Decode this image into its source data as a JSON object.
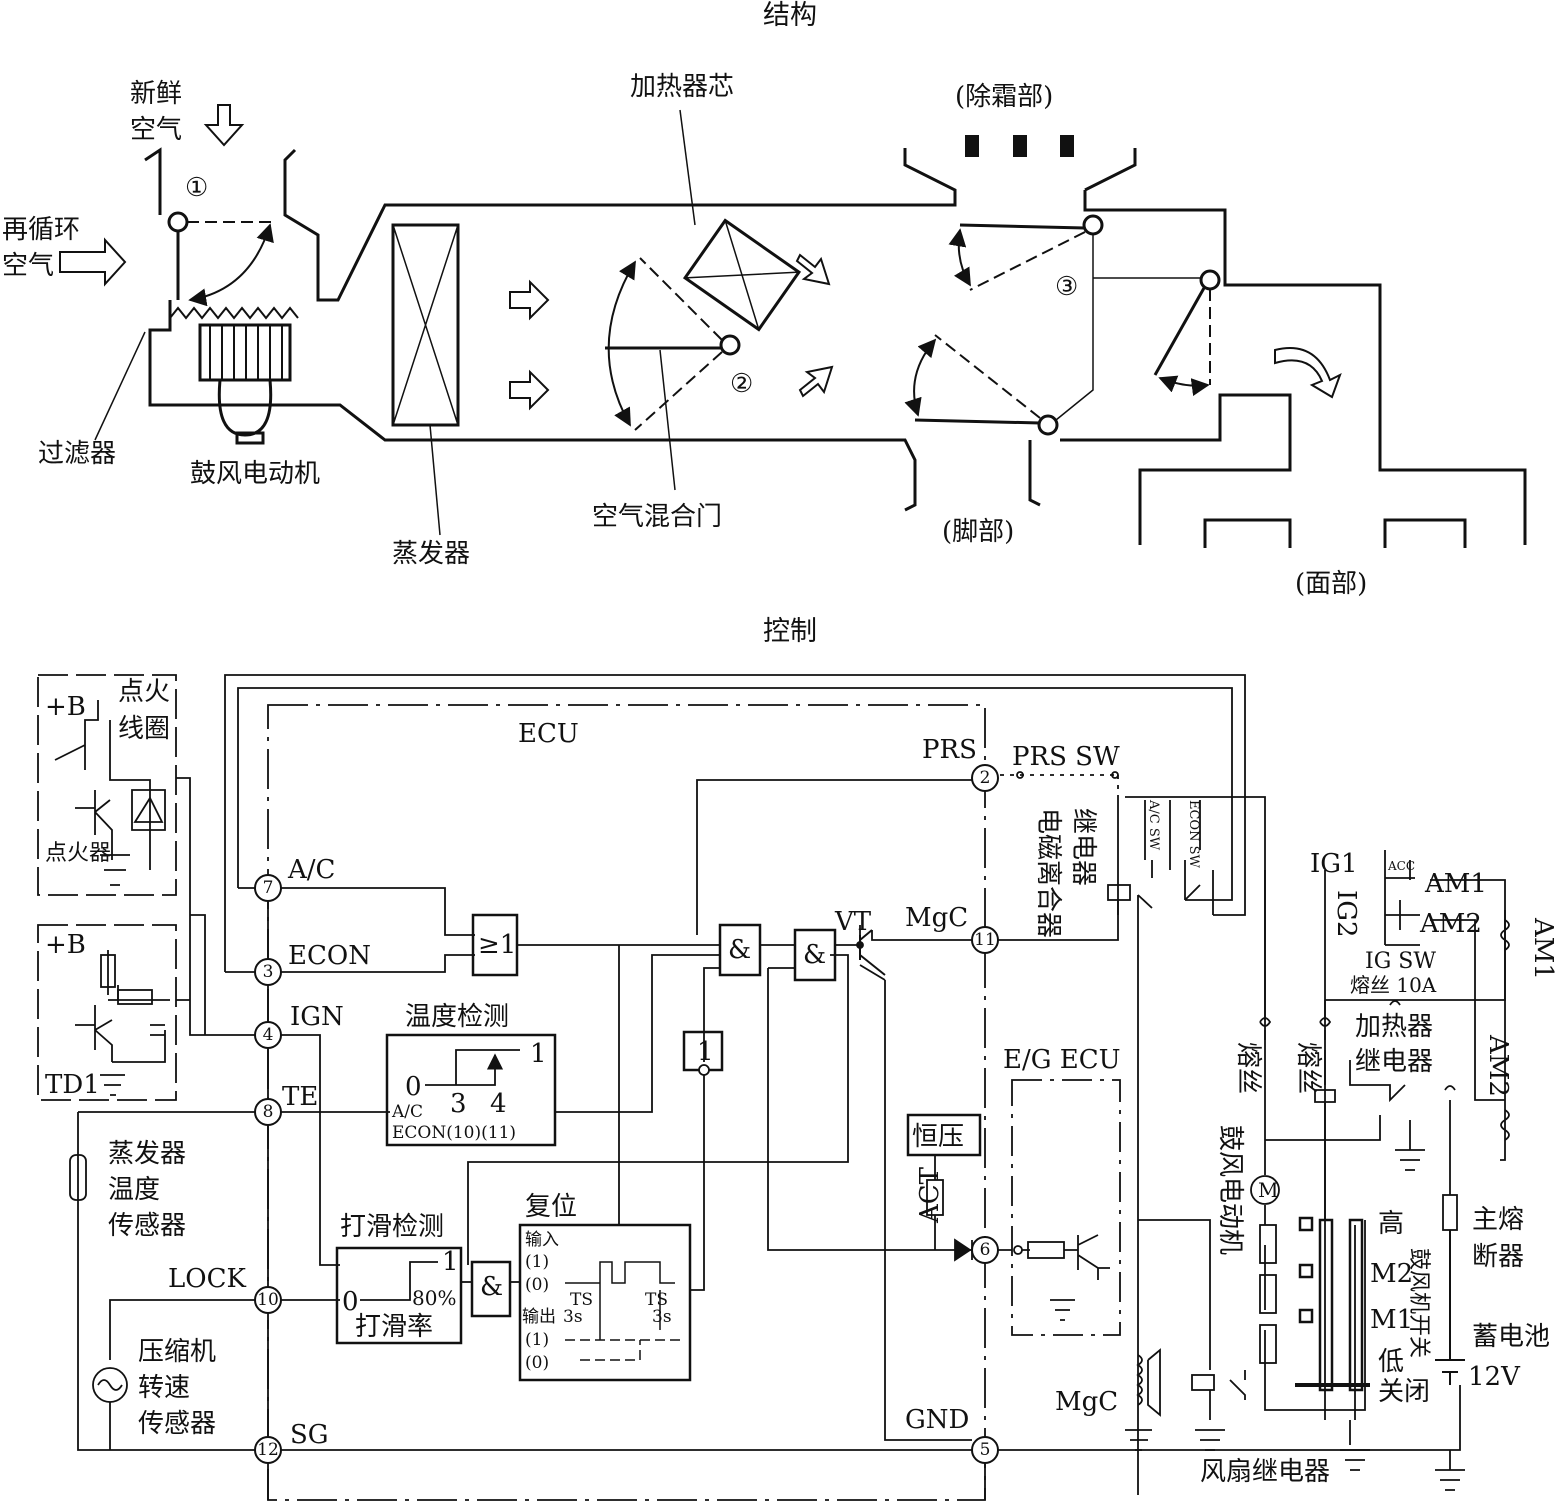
{
  "sections": {
    "structure": "结构",
    "control": "控制"
  },
  "structure": {
    "fresh_air": [
      "新鲜",
      "空气"
    ],
    "recirc_air": [
      "再循环",
      "空气"
    ],
    "filter": "过滤器",
    "blower_motor": "鼓风电动机",
    "evaporator": "蒸发器",
    "heater_core": "加热器芯",
    "air_mix_door": "空气混合门",
    "defrost": "(除霜部)",
    "foot": "(脚部)",
    "face": "(面部)",
    "door1": "①",
    "door2": "②",
    "door3": "③"
  },
  "control": {
    "ecu": "ECU",
    "pins": {
      "p2": "2",
      "p3": "3",
      "p4": "4",
      "p5": "5",
      "p6": "6",
      "p7": "7",
      "p8": "8",
      "p10": "10",
      "p11": "11",
      "p12": "12"
    },
    "pin_labels": {
      "prs": "PRS",
      "ac": "A/C",
      "econ": "ECON",
      "ign": "IGN",
      "te": "TE",
      "lock": "LOCK",
      "sg": "SG",
      "gnd": "GND",
      "mgc": "MgC",
      "vt": "VT"
    },
    "ignition": {
      "plus_b": "+B",
      "coil": [
        "点火",
        "线圈"
      ],
      "igniter": "点火器"
    },
    "td1": {
      "plus_b": "+B",
      "name": "TD1"
    },
    "evap_sensor": [
      "蒸发器",
      "温度",
      "传感器"
    ],
    "comp_sensor": [
      "压缩机",
      "转速",
      "传感器"
    ],
    "temp_detect": {
      "title": "温度检测",
      "one": "1",
      "zero": "0",
      "t3": "3",
      "t4": "4",
      "ac": "A/C",
      "econ": "ECON(10)(11)"
    },
    "slip_detect": {
      "title": "打滑检测",
      "one": "1",
      "zero": "0",
      "pct": "80%",
      "rate": "打滑率"
    },
    "reset": {
      "title": "复位",
      "input": "输入",
      "in1": "(1)",
      "in0": "(0)",
      "ts": "TS",
      "output": "输出",
      "s3": "3s",
      "out1": "(1)",
      "out0": "(0)"
    },
    "gates": {
      "or": "≥1",
      "and": "&",
      "not": "1"
    },
    "const_voltage": "恒压",
    "act": "ACT",
    "eg_ecu": "E/G ECU",
    "prs_sw": "PRS SW",
    "clutch_relay": [
      "电磁离合器",
      "继电器"
    ],
    "ac_sw": "A/C SW",
    "econ_sw": "ECON SW",
    "mgc_coil": "MgC",
    "fan_relay": "风扇继电器",
    "ig_switch": {
      "ig1": "IG1",
      "ig2": "IG2",
      "acc": "ACC",
      "am1": "AM1",
      "am2": "AM2",
      "name": "IG SW",
      "fuse10": "熔丝 10A"
    },
    "fuse_a": "熔丝",
    "fuse_b": "熔丝",
    "heater_relay": [
      "加热器",
      "继电器"
    ],
    "am1_fuse": "AM1",
    "am2_fuse": "AM2",
    "blower_motor": "鼓风电动机",
    "blower_switch": "鼓风机开关",
    "speeds": {
      "hi": "高",
      "m2": "M2",
      "m1": "M1",
      "lo": "低",
      "off": "关闭"
    },
    "main_fuse": [
      "主熔",
      "断器"
    ],
    "battery": [
      "蓄电池",
      "12V"
    ],
    "motor_symbol": "M"
  }
}
